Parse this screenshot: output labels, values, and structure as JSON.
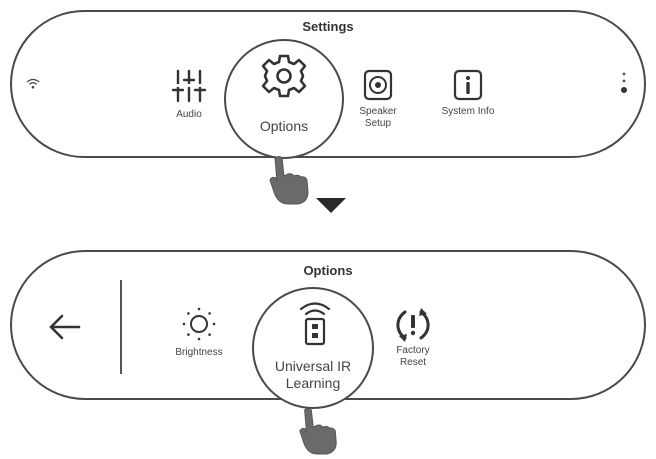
{
  "settings_menu": {
    "title": "Settings",
    "items": [
      {
        "label": "Audio",
        "icon": "equalizer-sliders-icon"
      },
      {
        "label": "Options",
        "icon": "gear-icon",
        "selected": true
      },
      {
        "label_line1": "Speaker",
        "label_line2": "Setup",
        "icon": "speaker-icon"
      },
      {
        "label": "System Info",
        "icon": "info-icon"
      }
    ],
    "left_icon": "wifi-icon",
    "right_icon": "more-vertical-icon"
  },
  "options_menu": {
    "title": "Options",
    "back_icon": "back-arrow-icon",
    "items": [
      {
        "label": "Brightness",
        "icon": "sun-icon"
      },
      {
        "label_line1": "Universal IR",
        "label_line2": "Learning",
        "icon": "ir-remote-icon",
        "selected": true
      },
      {
        "label_line1": "Factory",
        "label_line2": "Reset",
        "icon": "factory-reset-icon"
      }
    ]
  },
  "transition_icon": "down-triangle-icon",
  "pointer_icon": "hand-pointer-icon",
  "colors": {
    "outline": "#4a4a4a",
    "icon": "#333333",
    "background": "#ffffff"
  }
}
